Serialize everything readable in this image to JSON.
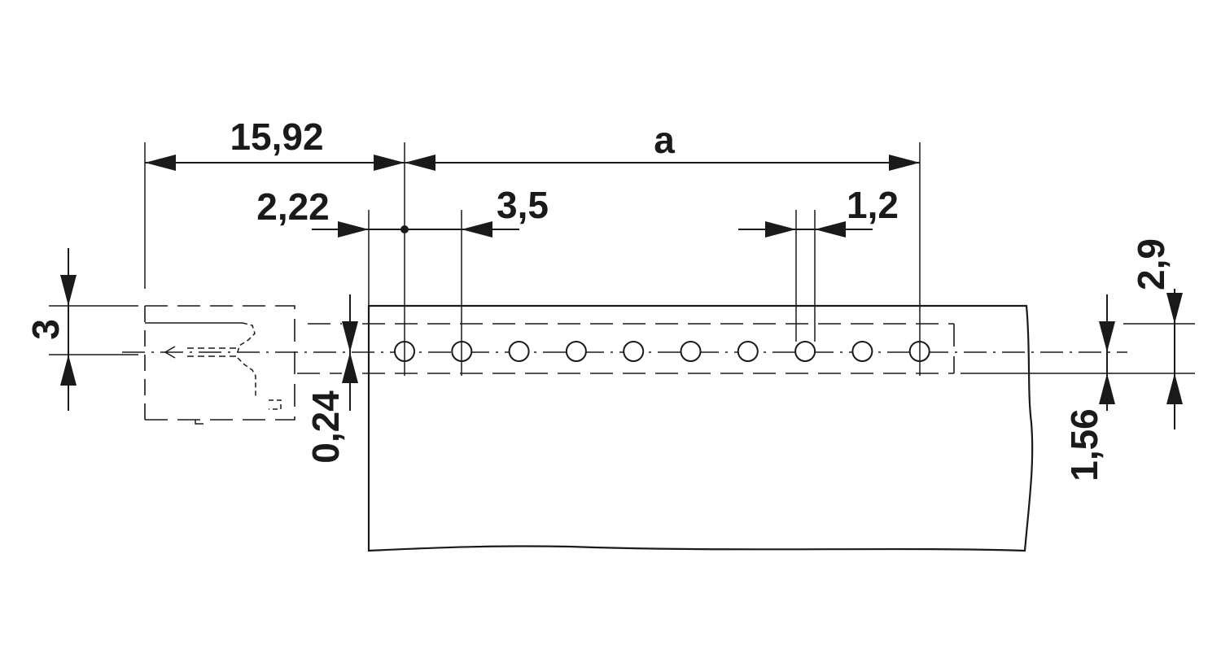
{
  "drawing": {
    "dimensions": {
      "overall_offset": "15,92",
      "pitch_span": "a",
      "edge_to_center": "2,22",
      "pitch": "3,5",
      "hole_diameter": "1,2",
      "top_offset": "2,9",
      "left_height": "3",
      "small_gap": "0,24",
      "row_offset": "1,56"
    },
    "hole_count": 10
  }
}
